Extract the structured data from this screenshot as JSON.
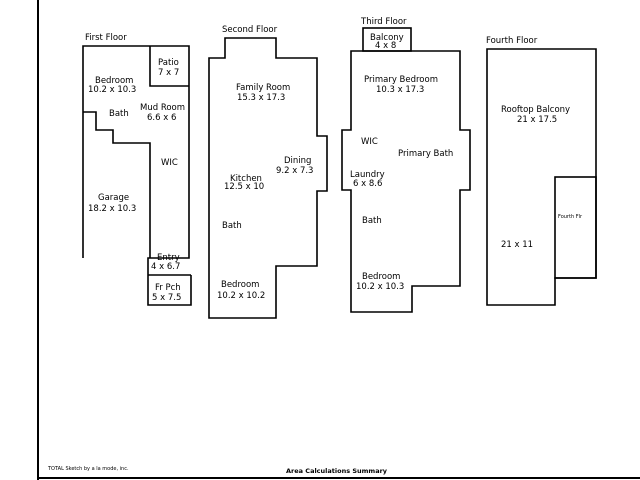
{
  "floors": {
    "first": {
      "title": "First Floor",
      "rooms": {
        "bedroom": "Bedroom",
        "bedroom_dim": "10.2 x 10.3",
        "patio": "Patio",
        "patio_dim": "7 x 7",
        "mudroom": "Mud Room",
        "mudroom_dim": "6.6 x 6",
        "bath": "Bath",
        "wic": "WIC",
        "garage": "Garage",
        "garage_dim": "18.2 x 10.3",
        "entry": "Entry",
        "entry_dim": "4 x 6.7",
        "frpch": "Fr Pch",
        "frpch_dim": "5 x 7.5"
      }
    },
    "second": {
      "title": "Second Floor",
      "rooms": {
        "family": "Family Room",
        "family_dim": "15.3 x 17.3",
        "dining": "Dining",
        "dining_dim": "9.2 x 7.3",
        "kitchen": "Kitchen",
        "kitchen_dim": "12.5 x 10",
        "bath": "Bath",
        "bedroom": "Bedroom",
        "bedroom_dim": "10.2 x 10.2"
      }
    },
    "third": {
      "title": "Third Floor",
      "rooms": {
        "balcony": "Balcony",
        "balcony_dim": "4 x 8",
        "primary": "Primary Bedroom",
        "primary_dim": "10.3 x 17.3",
        "wic": "WIC",
        "primary_bath": "Primary Bath",
        "laundry": "Laundry",
        "laundry_dim": "6 x 8.6",
        "bath": "Bath",
        "bedroom": "Bedroom",
        "bedroom_dim": "10.2 x 10.3"
      }
    },
    "fourth": {
      "title": "Fourth Floor",
      "rooms": {
        "rooftop": "Rooftop Balcony",
        "rooftop_dim": "21 x 17.5",
        "fourth_flr": "Fourth Flr",
        "lower_dim": "21 x 11"
      }
    }
  },
  "footer": {
    "credit": "TOTAL Sketch by a la mode, inc.",
    "summary": "Area Calculations Summary"
  }
}
